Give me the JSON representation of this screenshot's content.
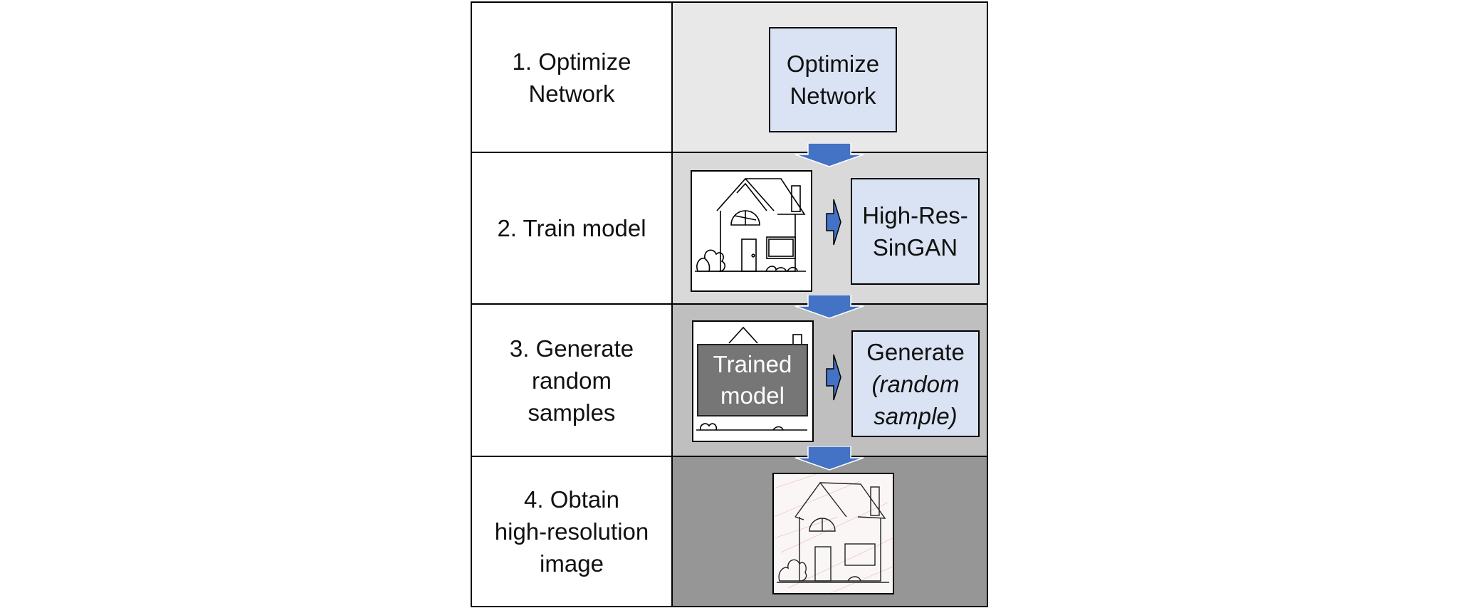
{
  "steps": [
    {
      "label": "1. Optimize\nNetwork"
    },
    {
      "label": "2. Train model"
    },
    {
      "label": "3. Generate\nrandom\nsamples"
    },
    {
      "label": "4. Obtain\nhigh-resolution\nimage"
    }
  ],
  "boxes": {
    "optimize": "Optimize\nNetwork",
    "model": "High-Res-\nSinGAN",
    "generate": "Generate",
    "generate_note": "(random\nsample)",
    "trained": "Trained\nmodel"
  },
  "colors": {
    "panel1": "#e8e8e8",
    "panel2": "#d9d9d9",
    "panel3": "#bfbfbf",
    "panel4": "#969696",
    "box_fill": "#dae3f3",
    "arrow_fill": "#4472c4",
    "trained_fill": "#767676"
  },
  "icons": {
    "house_sketch": "house-drawing",
    "house_output": "house-high-resolution-sketch"
  }
}
